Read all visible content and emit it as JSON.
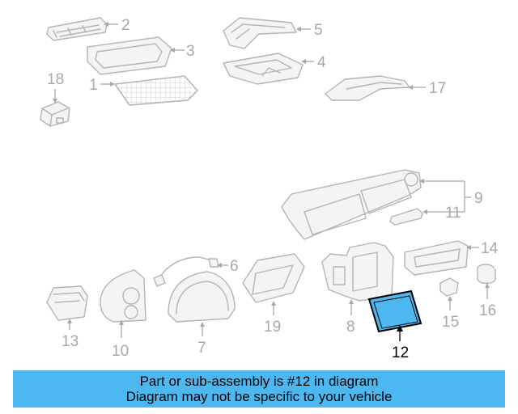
{
  "diagram": {
    "highlight_color": "#4db8f0",
    "callouts": [
      {
        "label": "2"
      },
      {
        "label": "3"
      },
      {
        "label": "1"
      },
      {
        "label": "18"
      },
      {
        "label": "5"
      },
      {
        "label": "4"
      },
      {
        "label": "17"
      },
      {
        "label": "9"
      },
      {
        "label": "11"
      },
      {
        "label": "6"
      },
      {
        "label": "14"
      },
      {
        "label": "13"
      },
      {
        "label": "10"
      },
      {
        "label": "7"
      },
      {
        "label": "19"
      },
      {
        "label": "8"
      },
      {
        "label": "15"
      },
      {
        "label": "16"
      },
      {
        "label": "12"
      }
    ],
    "highlighted_part": "12"
  },
  "banner": {
    "line1": "Part or sub-assembly is #12 in diagram",
    "line2": "Diagram may not be specific to your vehicle",
    "background": "#4db8f0"
  }
}
